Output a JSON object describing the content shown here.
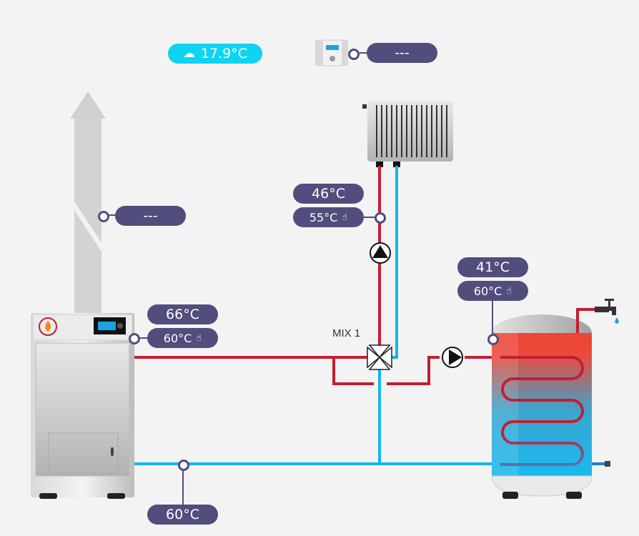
{
  "colors": {
    "background": "#f3f3f3",
    "label_bg": "#514d7d",
    "weather_bg": "#0fd3f2",
    "hot_pipe": "#c41e32",
    "cold_pipe": "#14b4ec"
  },
  "weather": {
    "icon": "cloud-icon",
    "temperature": "17.9°C"
  },
  "room_thermostat": {
    "icon": "thermostat-icon",
    "value": "---"
  },
  "chimney": {
    "icon": "chimney-icon",
    "flue_temperature": "---"
  },
  "boiler": {
    "icon": "boiler-icon",
    "flame_icon": "flame-icon",
    "actual_temperature": "66°C",
    "set_temperature": "60°C",
    "set_icon": "hand-pointer-icon",
    "return_temperature": "60°C"
  },
  "mixer_circuit": {
    "label": "MIX 1",
    "valve_icon": "mixing-valve-icon",
    "pump_icon": "pump-icon",
    "radiator_icon": "radiator-icon",
    "actual_temperature": "46°C",
    "set_temperature": "55°C",
    "set_icon": "hand-pointer-icon"
  },
  "dhw_tank": {
    "icon": "hot-water-tank-icon",
    "tap_icon": "faucet-icon",
    "pump_icon": "pump-icon",
    "actual_temperature": "41°C",
    "set_temperature": "60°C",
    "set_icon": "hand-pointer-icon"
  },
  "hand_glyph": "☝"
}
